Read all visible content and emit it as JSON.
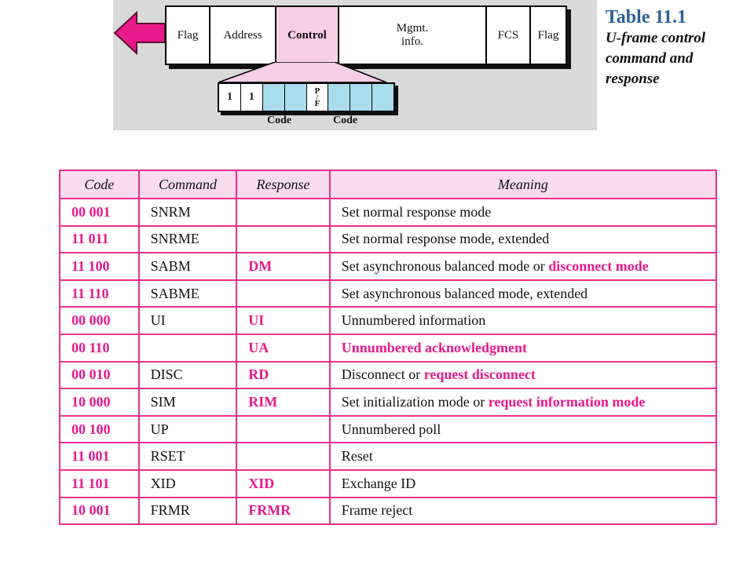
{
  "diagram": {
    "fields": [
      "Flag",
      "Address",
      "Control",
      "Mgmt. info.",
      "FCS",
      "Flag"
    ],
    "mgmt_line1": "Mgmt.",
    "mgmt_line2": "info.",
    "bits": [
      "1",
      "1",
      "",
      "",
      "P/F",
      "",
      "",
      ""
    ],
    "pf_top": "P",
    "pf_bottom": "F",
    "code_label": "Code",
    "colors": {
      "control_bg": "#f6cee6",
      "code_bits": "#a9dced",
      "arrow": "#e8198b"
    }
  },
  "title": {
    "main": "Table 11.1",
    "line1": "U-frame control",
    "line2": "command and",
    "line3": "response"
  },
  "table": {
    "headers": [
      "Code",
      "Command",
      "Response",
      "Meaning"
    ],
    "rows": [
      {
        "code": "00  001",
        "command": "SNRM",
        "response": "",
        "meaning": "Set normal response mode",
        "meaning_pink": "",
        "meaning_all_pink": false
      },
      {
        "code": "11  011",
        "command": "SNRME",
        "response": "",
        "meaning": "Set normal response mode, extended",
        "meaning_pink": "",
        "meaning_all_pink": false
      },
      {
        "code": "11  100",
        "command": "SABM",
        "response": "DM",
        "meaning": "Set asynchronous balanced mode or ",
        "meaning_pink": "disconnect mode",
        "meaning_all_pink": false
      },
      {
        "code": "11  110",
        "command": "SABME",
        "response": "",
        "meaning": "Set asynchronous balanced mode, extended",
        "meaning_pink": "",
        "meaning_all_pink": false
      },
      {
        "code": "00  000",
        "command": "UI",
        "response": "UI",
        "meaning": "Unnumbered information",
        "meaning_pink": "",
        "meaning_all_pink": false
      },
      {
        "code": "00  110",
        "command": "",
        "response": "UA",
        "meaning": "",
        "meaning_pink": "Unnumbered acknowledgment",
        "meaning_all_pink": true
      },
      {
        "code": "00  010",
        "command": "DISC",
        "response": "RD",
        "meaning": "Disconnect or ",
        "meaning_pink": "request disconnect",
        "meaning_all_pink": false
      },
      {
        "code": "10  000",
        "command": "SIM",
        "response": "RIM",
        "meaning": "Set initialization mode or ",
        "meaning_pink": "request information mode",
        "meaning_all_pink": false
      },
      {
        "code": "00  100",
        "command": "UP",
        "response": "",
        "meaning": "Unnumbered poll",
        "meaning_pink": "",
        "meaning_all_pink": false
      },
      {
        "code": "11  001",
        "command": "RSET",
        "response": "",
        "meaning": "Reset",
        "meaning_pink": "",
        "meaning_all_pink": false
      },
      {
        "code": "11  101",
        "command": "XID",
        "response": "XID",
        "meaning": "Exchange ID",
        "meaning_pink": "",
        "meaning_all_pink": false
      },
      {
        "code": "10  001",
        "command": "FRMR",
        "response": "FRMR",
        "meaning": "Frame reject",
        "meaning_pink": "",
        "meaning_all_pink": false
      }
    ]
  }
}
